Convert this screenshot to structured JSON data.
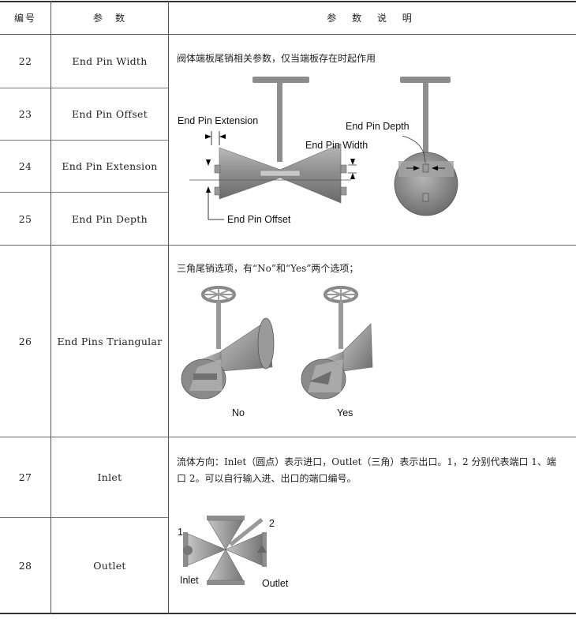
{
  "header": {
    "no": "编号",
    "param": "参　数",
    "desc": "参 数 说 明"
  },
  "rows": [
    {
      "no": "22",
      "param": "End Pin Width"
    },
    {
      "no": "23",
      "param": "End Pin Offset"
    },
    {
      "no": "24",
      "param": "End Pin Extension"
    },
    {
      "no": "25",
      "param": "End Pin Depth"
    },
    {
      "no": "26",
      "param": "End Pins Triangular"
    },
    {
      "no": "27",
      "param": "Inlet"
    },
    {
      "no": "28",
      "param": "Outlet"
    }
  ],
  "desc_end_pin": "阀体端板尾销相关参数，仅当端板存在时起作用",
  "fig1": {
    "ext_label": "End Pin Extension",
    "width_label": "End Pin Width",
    "offset_label": "End Pin Offset",
    "depth_label": "End Pin Depth"
  },
  "desc_triangular": "三角尾销选项，有“No”和“Yes”两个选项；",
  "fig2": {
    "no_label": "No",
    "yes_label": "Yes"
  },
  "desc_flow_line1": "流体方向：Inlet（圆点）表示进口，Outlet（三角）表示出口。1，2 分别代表端口 1、端",
  "desc_flow_line2": "口 2。可以自行输入进、出口的端口编号。",
  "fig3": {
    "port1": "1",
    "port2": "2",
    "inlet_label": "Inlet",
    "outlet_label": "Outlet"
  }
}
